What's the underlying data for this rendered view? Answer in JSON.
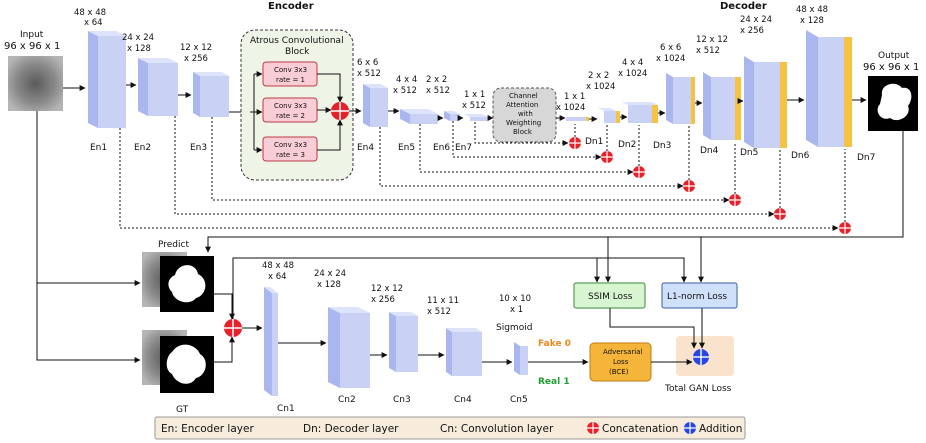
{
  "titles": {
    "encoder": "Encoder",
    "decoder": "Decoder",
    "input": "Input",
    "input_size": "96 x 96 x 1",
    "output": "Output",
    "output_size": "96 x 96 x 1"
  },
  "encoder": [
    {
      "name": "En1",
      "size_line1": "48 x 48",
      "size_line2": "x 64"
    },
    {
      "name": "En2",
      "size_line1": "24 x 24",
      "size_line2": "x 128"
    },
    {
      "name": "En3",
      "size_line1": "12 x 12",
      "size_line2": "x 256"
    },
    {
      "name": "En4",
      "size_line1": "6 x 6",
      "size_line2": "x 512"
    },
    {
      "name": "En5",
      "size_line1": "4 x 4",
      "size_line2": "x 512"
    },
    {
      "name": "En6",
      "size_line1": "2 x 2",
      "size_line2": "x 512"
    },
    {
      "name": "En7",
      "size_line1": "1 x 1",
      "size_line2": "x 512"
    }
  ],
  "atrous": {
    "title_line1": "Atrous Convolutional",
    "title_line2": "Block",
    "blocks": [
      {
        "line1": "Conv 3x3",
        "line2": "rate = 1"
      },
      {
        "line1": "Conv 3x3",
        "line2": "rate = 2"
      },
      {
        "line1": "Conv 3x3",
        "line2": "rate = 3"
      }
    ]
  },
  "attention": {
    "line1": "Channel",
    "line2": "Attention",
    "line3": "with",
    "line4": "Weighting",
    "line5": "Block"
  },
  "decoder": [
    {
      "name": "Dn1",
      "size_line1": "1 x 1",
      "size_line2": "x 1024"
    },
    {
      "name": "Dn2",
      "size_line1": "2 x 2",
      "size_line2": "x 1024"
    },
    {
      "name": "Dn3",
      "size_line1": "4 x 4",
      "size_line2": "x 1024"
    },
    {
      "name": "Dn4",
      "size_line1": "6 x 6",
      "size_line2": "x 1024"
    },
    {
      "name": "Dn5",
      "size_line1": "12 x 12",
      "size_line2": "x 512"
    },
    {
      "name": "Dn6",
      "size_line1": "24 x 24",
      "size_line2": "x 256"
    },
    {
      "name": "Dn7",
      "size_line1": "48 x 48",
      "size_line2": "x 128"
    }
  ],
  "discriminator": {
    "predict": "Predict",
    "gt": "GT",
    "sigmoid": "Sigmoid",
    "layers": [
      {
        "name": "Cn1",
        "size_line1": "48 x 48",
        "size_line2": "x 64"
      },
      {
        "name": "Cn2",
        "size_line1": "24 x 24",
        "size_line2": "x 128"
      },
      {
        "name": "Cn3",
        "size_line1": "12 x 12",
        "size_line2": "x 256"
      },
      {
        "name": "Cn4",
        "size_line1": "11 x 11",
        "size_line2": "x 512"
      },
      {
        "name": "Cn5",
        "size_line1": "10 x 10",
        "size_line2": "x 1"
      }
    ]
  },
  "losses": {
    "ssim": "SSIM Loss",
    "l1": "L1-norm Loss",
    "adv_line1": "Adversarial",
    "adv_line2": "Loss",
    "adv_line3": "(BCE)",
    "fake": "Fake 0",
    "real": "Real 1",
    "total": "Total GAN Loss"
  },
  "legend": {
    "en": "En: Encoder layer",
    "dn": "Dn: Decoder layer",
    "cn": "Cn: Convolution layer",
    "concat": "Concatenation",
    "add": "Addition"
  },
  "colors": {
    "layer_face": "#c9d1f5",
    "layer_side": "#aab6ee",
    "skip_yellow": "#f5c242",
    "concat_red": "#e8202a",
    "add_blue": "#2846e8",
    "atrous_bg": "#eef5e6",
    "conv_box_bg": "#f9cdd6",
    "ssim_bg": "#d6f5d0",
    "l1_bg": "#cfe0fa",
    "adv_bg": "#f5b43a",
    "total_bg": "#fae3cc",
    "legend_bg": "#f7ecdc",
    "fake_color": "#e8891c",
    "real_color": "#1e9e2c"
  }
}
